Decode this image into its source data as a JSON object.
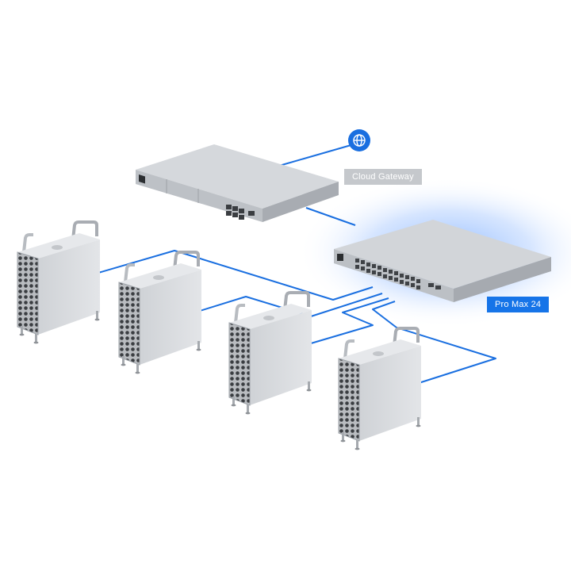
{
  "colors": {
    "cable": "#1a6fe0",
    "accent": "#1674e8",
    "internet_badge": "#1a6fe0",
    "gateway_label_bg": "#c5c8cc",
    "switch_glow": "#6fa6ff",
    "chassis_light": "#d9dcdf",
    "chassis_mid": "#bfc3c8",
    "chassis_dark": "#9ea3a9"
  },
  "nodes": {
    "internet": {
      "icon": "globe-icon"
    },
    "gateway": {
      "label": "Cloud Gateway"
    },
    "switch": {
      "label": "Pro Max 24"
    },
    "workstations": [
      "workstation",
      "workstation",
      "workstation",
      "workstation"
    ]
  }
}
